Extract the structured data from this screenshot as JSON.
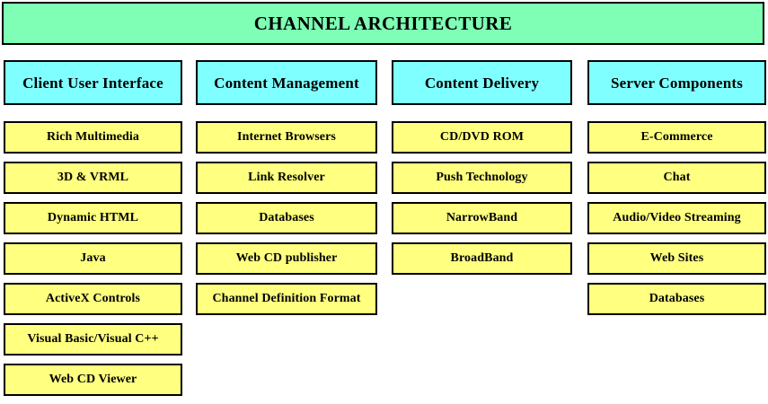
{
  "title": {
    "text": "CHANNEL ARCHITECTURE"
  },
  "colors": {
    "background": "#ffffff",
    "title_banner": "#7fffb5",
    "column_header": "#7fffff",
    "item_box": "#ffff80",
    "border": "#000000",
    "text": "#000000"
  },
  "columns": [
    {
      "header": "Client User Interface",
      "items": [
        {
          "label": "Rich Multimedia"
        },
        {
          "label": "3D & VRML"
        },
        {
          "label": "Dynamic HTML"
        },
        {
          "label": "Java"
        },
        {
          "label": "ActiveX Controls"
        },
        {
          "label": "Visual Basic/Visual C++"
        },
        {
          "label": "Web CD Viewer"
        }
      ]
    },
    {
      "header": "Content Management",
      "items": [
        {
          "label": "Internet Browsers"
        },
        {
          "label": "Link Resolver"
        },
        {
          "label": "Databases"
        },
        {
          "label": "Web CD publisher"
        },
        {
          "label": "Channel Definition Format"
        }
      ]
    },
    {
      "header": "Content Delivery",
      "items": [
        {
          "label": "CD/DVD ROM"
        },
        {
          "label": "Push Technology"
        },
        {
          "label": "NarrowBand"
        },
        {
          "label": "BroadBand"
        }
      ]
    },
    {
      "header": "Server Components",
      "items": [
        {
          "label": "E-Commerce"
        },
        {
          "label": "Chat"
        },
        {
          "label": "Audio/Video Streaming"
        },
        {
          "label": "Web Sites"
        },
        {
          "label": "Databases"
        }
      ]
    }
  ]
}
